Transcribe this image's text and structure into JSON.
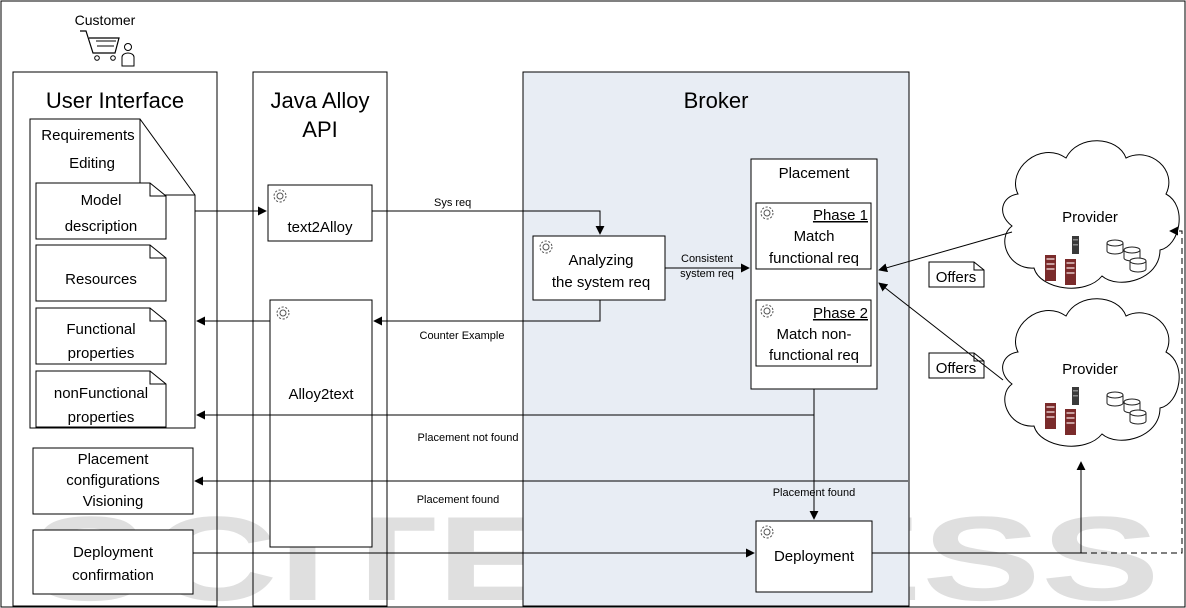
{
  "customer_label": "Customer",
  "columns": {
    "user_interface": "User Interface",
    "java_api_line1": "Java Alloy",
    "java_api_line2": "API",
    "broker": "Broker"
  },
  "ui_items": {
    "requirements_line1": "Requirements",
    "requirements_line2": "Editing",
    "model_line1": "Model",
    "model_line2": "description",
    "resources": "Resources",
    "functional_line1": "Functional",
    "functional_line2": "properties",
    "nonfunctional_line1": "nonFunctional",
    "nonfunctional_line2": "properties",
    "placement_line1": "Placement",
    "placement_line2": "configurations",
    "placement_line3": "Visioning",
    "deployment_conf_line1": "Deployment",
    "deployment_conf_line2": "confirmation"
  },
  "api_items": {
    "text2alloy": "text2Alloy",
    "alloy2text": "Alloy2text"
  },
  "broker_items": {
    "analyzing_line1": "Analyzing",
    "analyzing_line2": "the system req",
    "placement_title": "Placement",
    "phase1_title": "Phase 1",
    "phase1_line1": "Match",
    "phase1_line2": "functional req",
    "phase2_title": "Phase 2",
    "phase2_line1": "Match non-",
    "phase2_line2": "functional req",
    "deployment": "Deployment"
  },
  "providers": {
    "provider1": "Provider",
    "provider2": "Provider",
    "offers1": "Offers",
    "offers2": "Offers"
  },
  "edge_labels": {
    "sys_req": "Sys req",
    "consistent_line1": "Consistent",
    "consistent_line2": "system req",
    "counter_example": "Counter Example",
    "placement_not_found": "Placement not found",
    "placement_found_left": "Placement found",
    "placement_found_right": "Placement found"
  },
  "watermark": "SCITEPRESS"
}
